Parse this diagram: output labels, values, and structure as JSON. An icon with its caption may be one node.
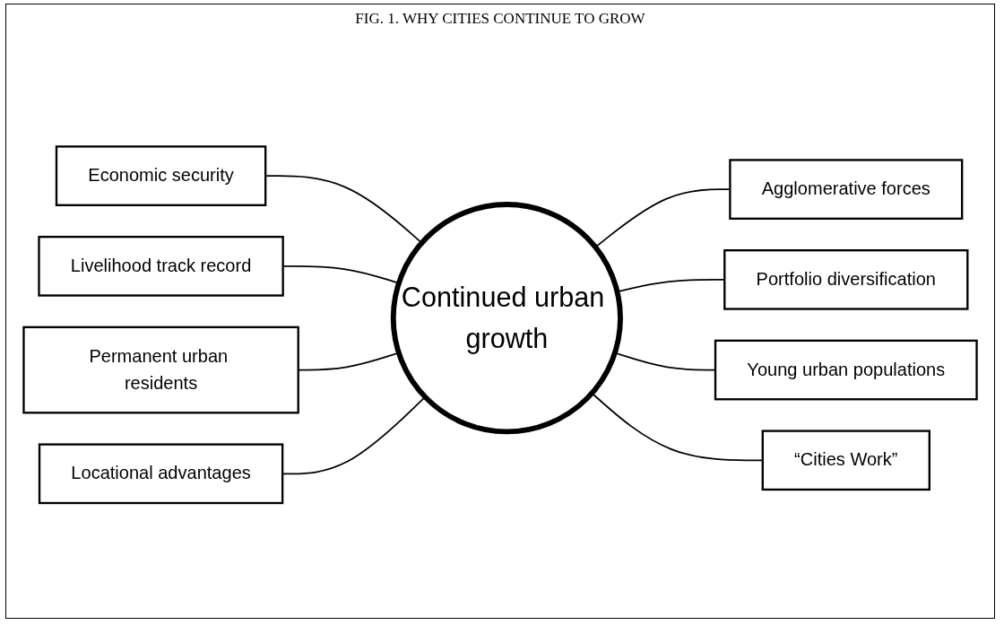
{
  "diagram": {
    "title": "FIG. 1. WHY CITIES CONTINUE TO GROW",
    "nodes": [
      {
        "text": [
          "Economic security"
        ]
      },
      {
        "text": [
          "Livelihood track record"
        ]
      },
      {
        "text": [
          "Agglomerative forces"
        ]
      },
      {
        "text": [
          "Continued urban growth"
        ]
      },
      {
        "text": [
          "Permanent urban residents"
        ]
      },
      {
        "text": [
          "Portfolio diversification"
        ]
      },
      {
        "text": [
          "Locational advantages"
        ]
      },
      {
        "text": [
          "Young urban populations"
        ]
      },
      {
        "text": [
          "“Cities Work”"
        ]
      }
    ],
    "edges": [
      {
        "from": 0,
        "to": 3,
        "arrow": "none"
      },
      {
        "from": 1,
        "to": 3,
        "arrow": "none"
      },
      {
        "from": 3,
        "to": 2,
        "arrow": "none"
      },
      {
        "from": 4,
        "to": 3,
        "arrow": "none"
      },
      {
        "from": 3,
        "to": 5,
        "arrow": "none"
      },
      {
        "from": 6,
        "to": 3,
        "arrow": "none"
      },
      {
        "from": 3,
        "to": 7,
        "arrow": "none"
      },
      {
        "from": 3,
        "to": 8,
        "arrow": "none"
      }
    ]
  }
}
